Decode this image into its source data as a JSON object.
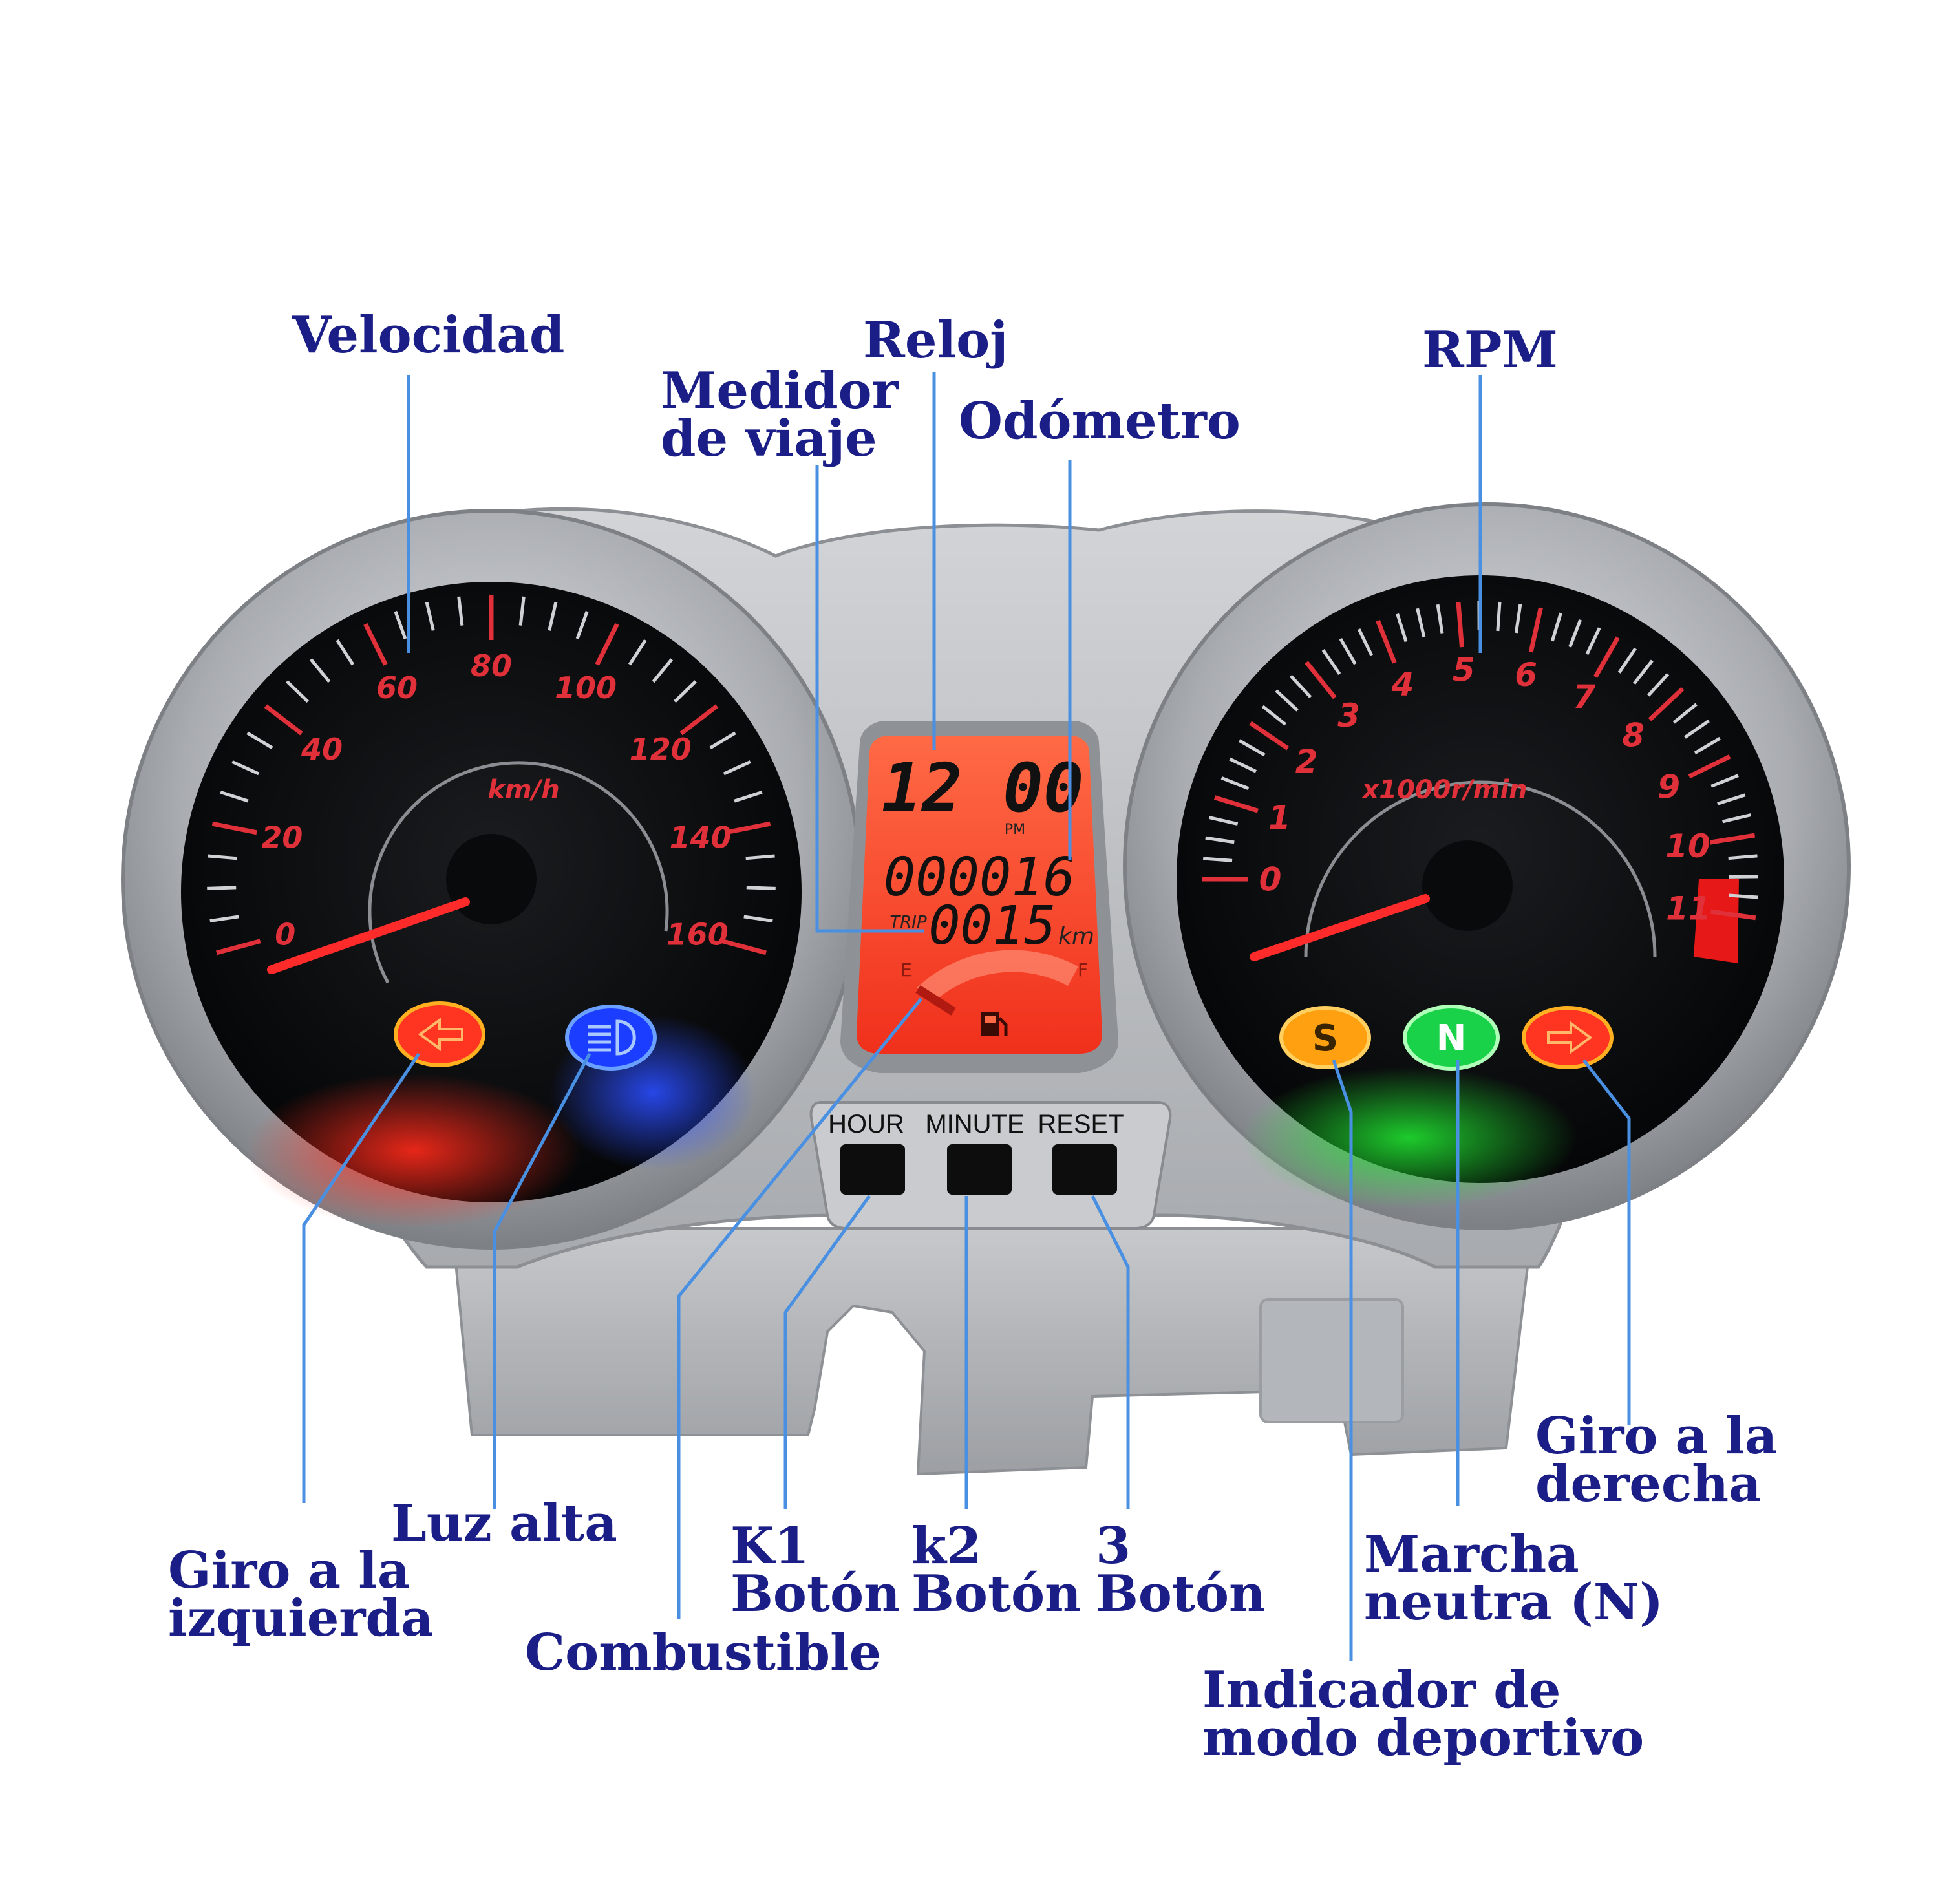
{
  "speedometer": {
    "unit": "km/h",
    "ticks": [
      "0",
      "20",
      "40",
      "60",
      "80",
      "100",
      "120",
      "140",
      "160"
    ]
  },
  "tachometer": {
    "unit": "x1000r/min",
    "ticks": [
      "0",
      "1",
      "2",
      "3",
      "4",
      "5",
      "6",
      "7",
      "8",
      "9",
      "10",
      "11"
    ]
  },
  "lcd": {
    "clock": "12 00",
    "pm": "PM",
    "odometer": "000016",
    "trip_label": "TRIP",
    "trip": "0015",
    "trip_unit": "km",
    "fuel_empty": "E",
    "fuel_full": "F"
  },
  "buttons": {
    "hour": "HOUR",
    "minute": "MINUTE",
    "reset": "RESET"
  },
  "indicators": {
    "sport": "S",
    "neutral": "N"
  },
  "labels": {
    "velocidad": "Velocidad",
    "reloj": "Reloj",
    "medidor_1": "Medidor",
    "medidor_2": "de viaje",
    "odometro": "Odómetro",
    "rpm": "RPM",
    "luz_alta": "Luz alta",
    "giro_izq_1": "Giro a la",
    "giro_izq_2": "izquierda",
    "combustible": "Combustible",
    "k1_1": "K1",
    "k1_2": "Botón",
    "k2_1": "k2",
    "k2_2": "Botón",
    "b3_1": "3",
    "b3_2": "Botón",
    "giro_der_1": "Giro a la",
    "giro_der_2": "derecha",
    "marcha_1": "Marcha",
    "marcha_2": "neutra (N)",
    "indicador_1": "Indicador de",
    "indicador_2": "modo deportivo"
  },
  "colors": {
    "label": "#1a1e86",
    "leader": "#4a90e2",
    "dial_red": "#e0303a",
    "lcd_orange": "#ff4a2a",
    "housing": "#b9bbbf"
  }
}
